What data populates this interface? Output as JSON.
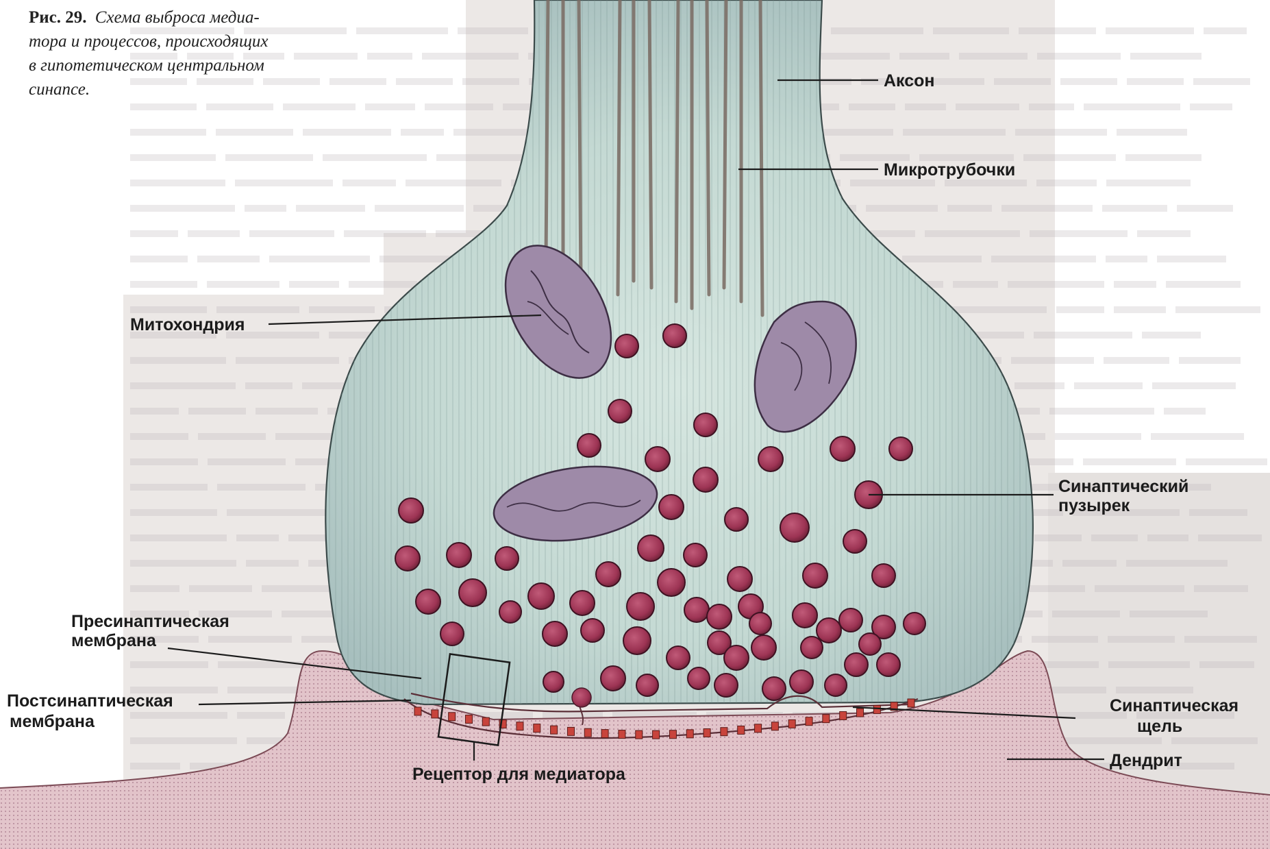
{
  "caption": {
    "figure_number": "Рис. 29.",
    "lines": [
      "Схема выброса медиа-",
      "тора и процессов, происходящих",
      "в гипотетическом центральном",
      "синапсе."
    ]
  },
  "labels": {
    "axon": "Аксон",
    "microtubules": "Микротрубочки",
    "mitochondrion": "Митохондрия",
    "synaptic_vesicle_line1": "Синаптический",
    "synaptic_vesicle_line2": "пузырек",
    "presynaptic_line1": "Пресинаптическая",
    "presynaptic_line2": "мембрана",
    "postsynaptic_line1": "Постсинаптическая",
    "postsynaptic_line2": "мембрана",
    "receptor": "Рецептор для медиатора",
    "synaptic_cleft_line1": "Синаптическая",
    "synaptic_cleft_line2": "щель",
    "dendrite": "Дендрит"
  },
  "colors": {
    "terminal_fill": "#c9dcd6",
    "vesicle_fill": "#a83d5c",
    "mitochondrion_fill": "#9e8aa8",
    "dendrite_fill": "#d9a7b4",
    "receptor_fill": "#c8443c"
  }
}
